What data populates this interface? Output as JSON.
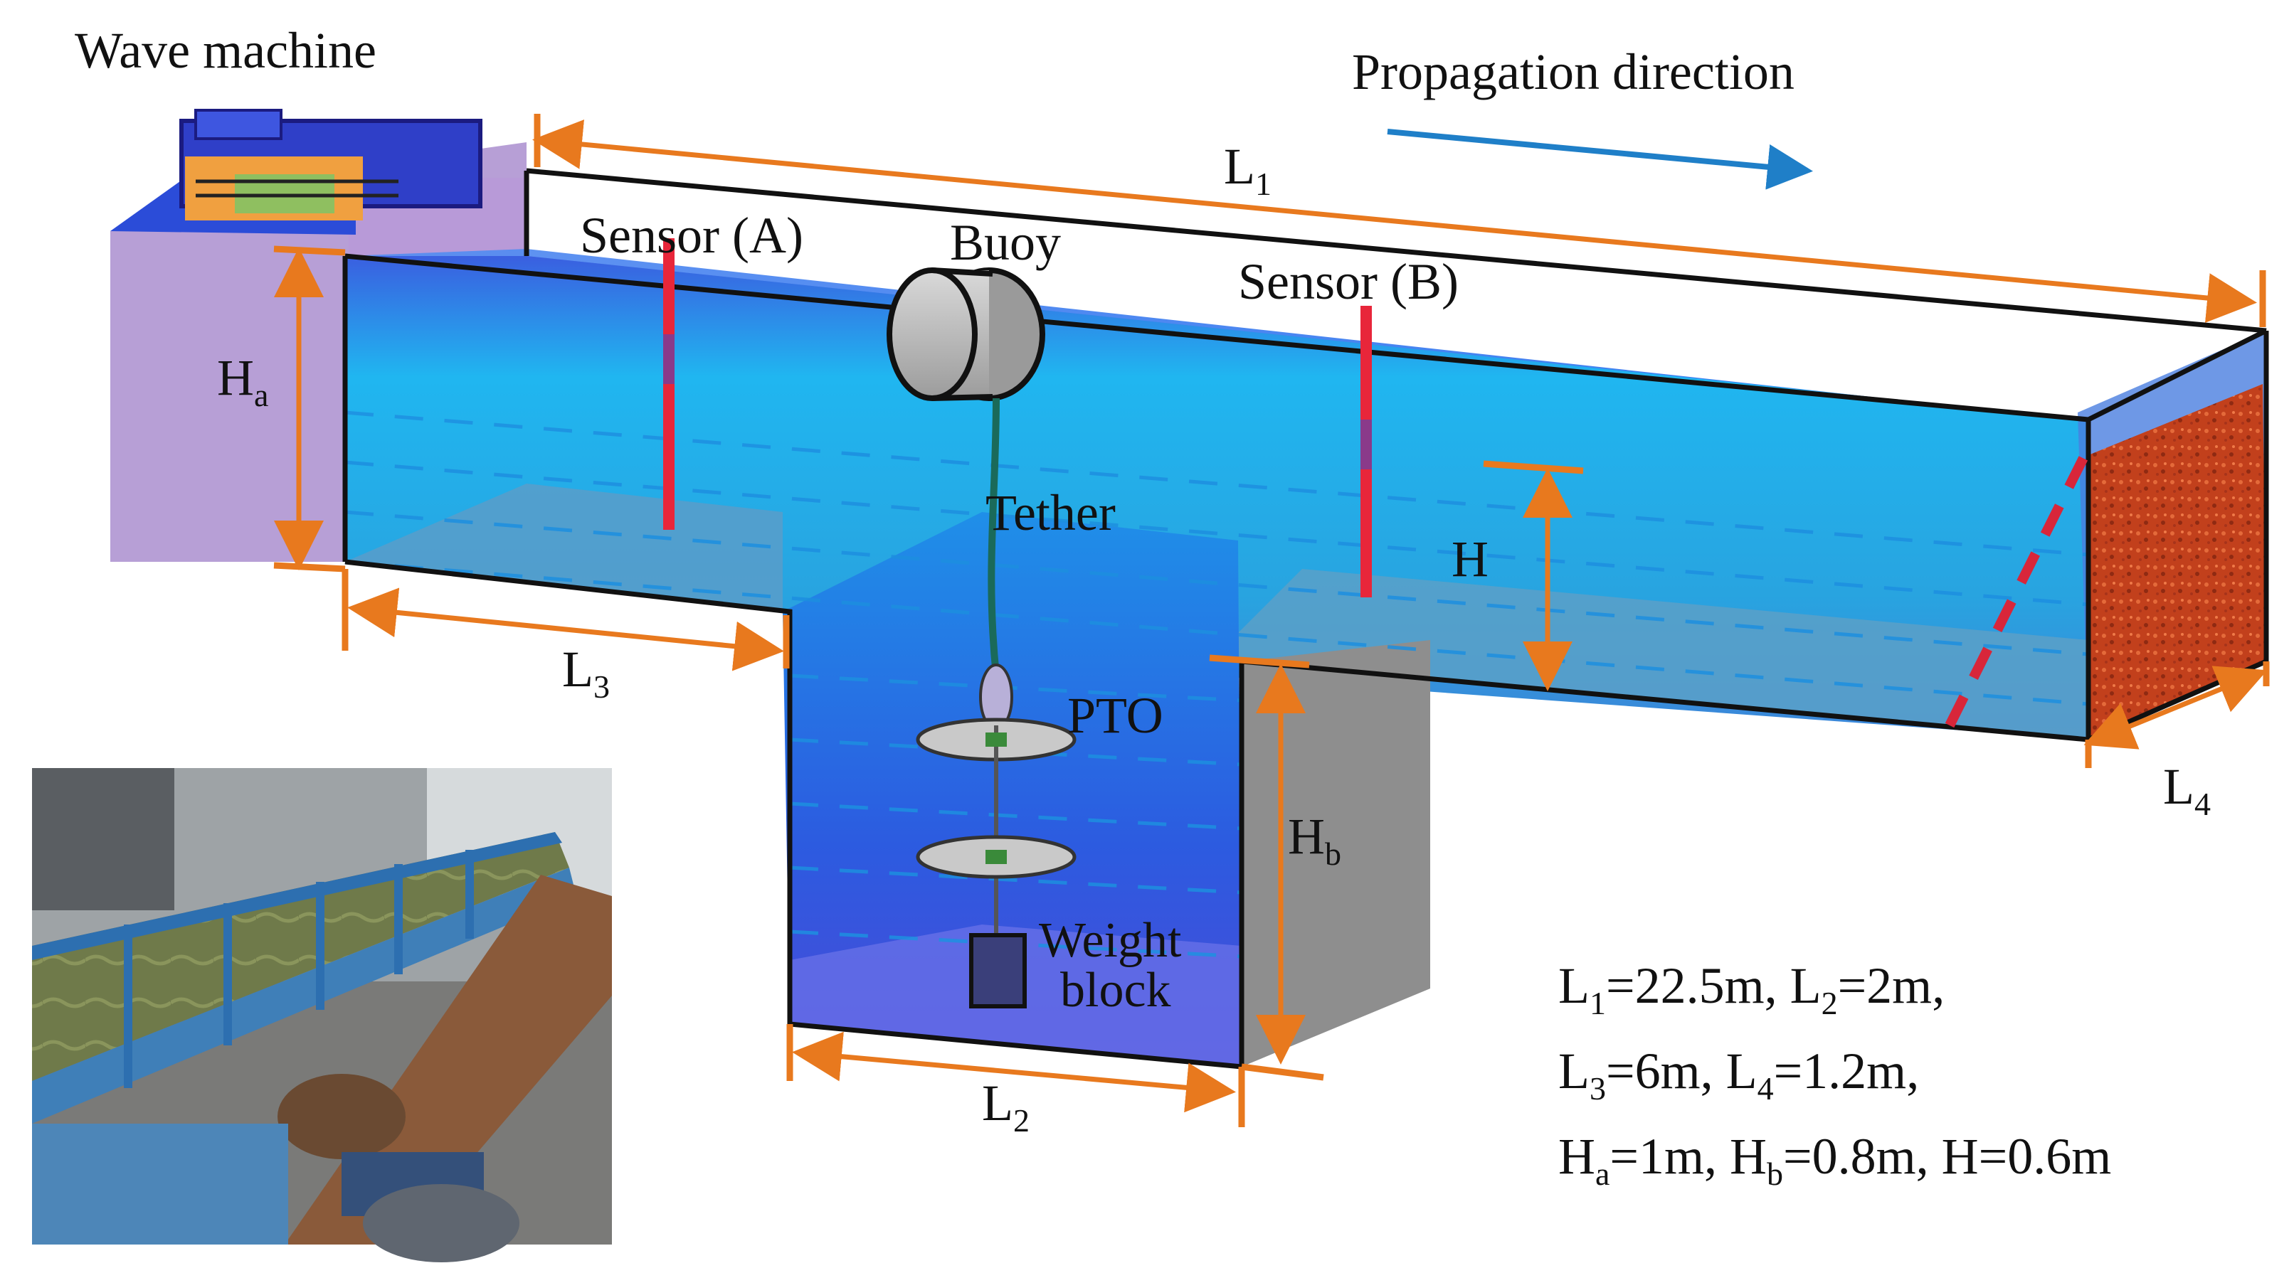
{
  "labels": {
    "wave_machine": "Wave machine",
    "propagation_direction": "Propagation direction",
    "sensor_a": "Sensor (A)",
    "sensor_b": "Sensor (B)",
    "buoy": "Buoy",
    "tether": "Tether",
    "pto": "PTO",
    "weight_block_line1": "Weight",
    "weight_block_line2": "block"
  },
  "dimensions": {
    "l1": {
      "base": "L",
      "sub": "1"
    },
    "l2": {
      "base": "L",
      "sub": "2"
    },
    "l3": {
      "base": "L",
      "sub": "3"
    },
    "l4": {
      "base": "L",
      "sub": "4"
    },
    "ha": {
      "base": "H",
      "sub": "a"
    },
    "hb": {
      "base": "H",
      "sub": "b"
    },
    "h": {
      "base": "H"
    }
  },
  "legend": {
    "line1": [
      {
        "base": "L",
        "sub": "1",
        "rest": "=22.5m, "
      },
      {
        "base": "L",
        "sub": "2",
        "rest": "=2m,"
      }
    ],
    "line2": [
      {
        "base": "L",
        "sub": "3",
        "rest": "=6m, "
      },
      {
        "base": "L",
        "sub": "4",
        "rest": "=1.2m,"
      }
    ],
    "line3": [
      {
        "base": "H",
        "sub": "a",
        "rest": "=1m, "
      },
      {
        "base": "H",
        "sub": "b",
        "rest": "=0.8m, "
      },
      {
        "base": "H",
        "sub": "",
        "rest": "=0.6m"
      }
    ]
  },
  "colors": {
    "water_deep": "#2a4fd0",
    "water_light": "#1fa8e8",
    "dimension_lines": "#e8791e",
    "sensor": "#e8263a",
    "propagation_arrow": "#1f7fc8",
    "beach": "#b8361a"
  }
}
